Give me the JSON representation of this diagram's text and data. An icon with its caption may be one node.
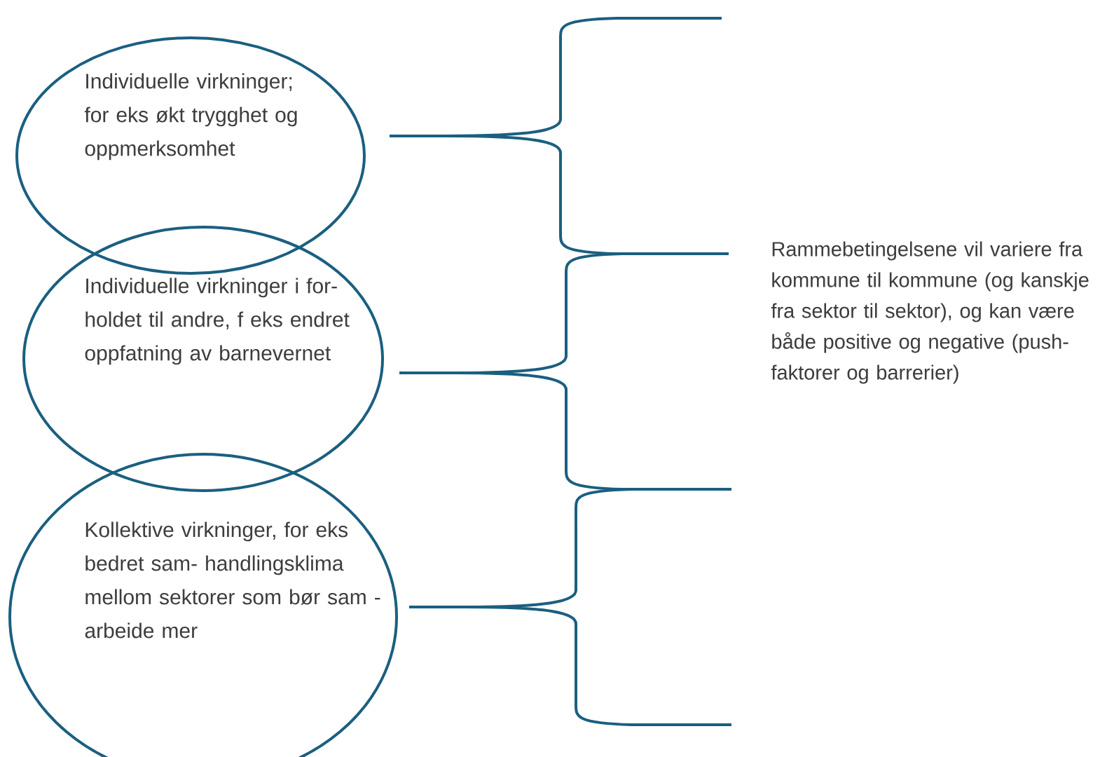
{
  "diagram": {
    "nodes": [
      {
        "text": [
          "Individuelle virkninger; for eks økt trygghet og oppmerksomhet"
        ]
      },
      {
        "text": [
          "Individuelle virkninger i for- holdet til andre, f eks endret oppfatning av barnevernet"
        ]
      },
      {
        "text": [
          "Kollektive virkninger, for eks bedret sam- handlingsklima mellom sektorer som bør sam - arbeide mer"
        ]
      }
    ],
    "labels": [
      "Rammebetingelsene vil variere fra kommune til kommune (og kanskje fra sektor til sektor), og kan være både positive og negative (push-faktorer og barrerier)"
    ]
  }
}
